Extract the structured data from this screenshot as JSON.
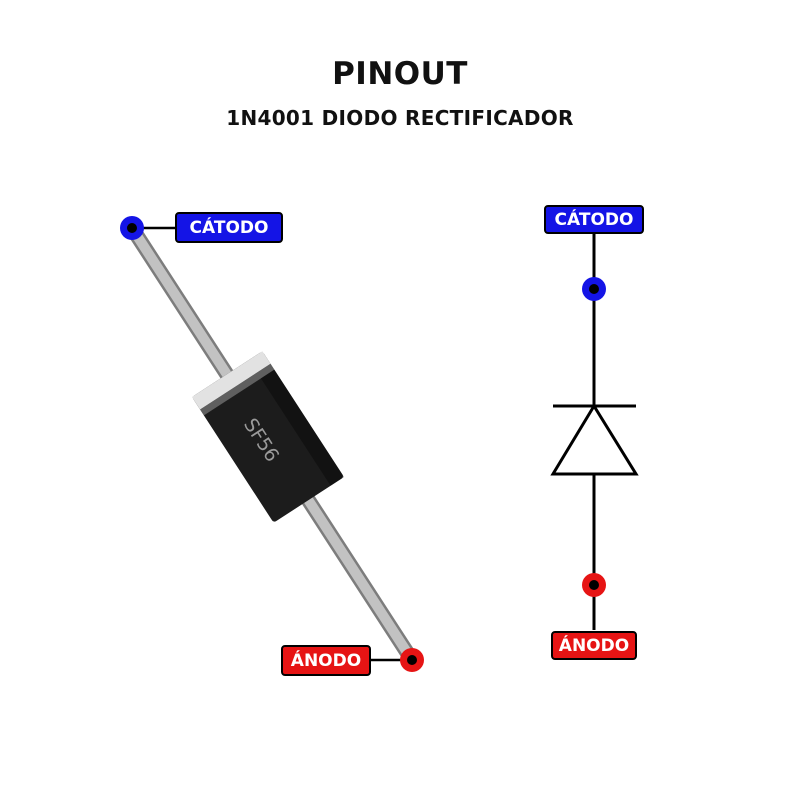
{
  "title": "PINOUT",
  "subtitle": "1N4001 DIODO RECTIFICADOR",
  "component": {
    "body_marking": "SF56",
    "cathode_label": "CÁTODO",
    "anode_label": "ÁNODO"
  },
  "schematic": {
    "cathode_label": "CÁTODO",
    "anode_label": "ÁNODO"
  },
  "colors": {
    "cathode": "#1414e6",
    "anode": "#e61414",
    "lead": "#b4b4b4",
    "body": "#1c1c1c"
  }
}
